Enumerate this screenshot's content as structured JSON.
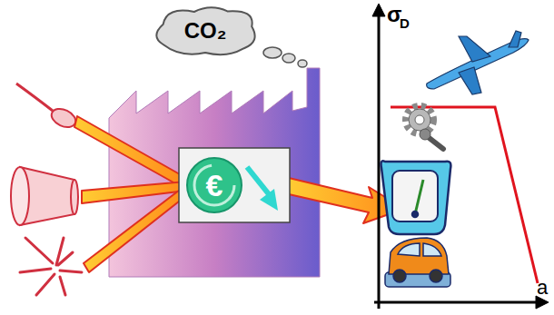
{
  "diagram": {
    "nodes": [
      {
        "text": [
          "CO₂"
        ]
      },
      {
        "text": [
          "€"
        ]
      }
    ],
    "labels": [
      "σ",
      "D",
      "a"
    ]
  }
}
